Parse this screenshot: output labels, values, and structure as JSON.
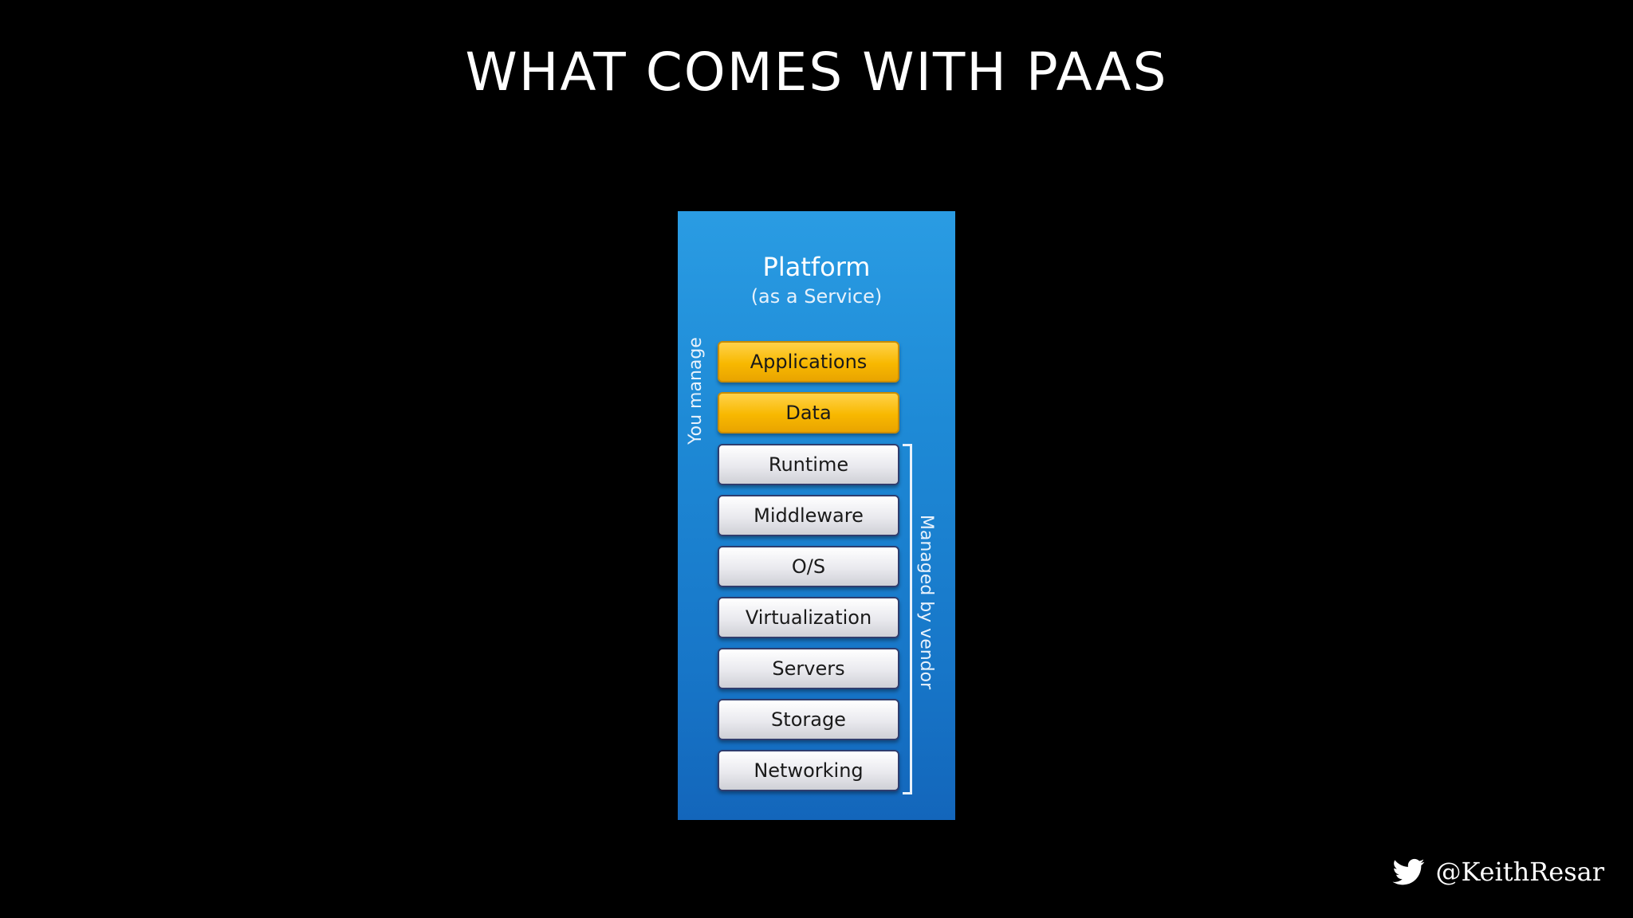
{
  "slide": {
    "title": "WHAT COMES WITH PAAS",
    "handle": "@KeithResar",
    "handle_icon": "twitter-bird-icon"
  },
  "diagram": {
    "title": "Platform",
    "subtitle": "(as a Service)",
    "left_group_label": "You manage",
    "right_group_label": "Managed by vendor",
    "colors": {
      "background": "#1e8ad6",
      "user_managed": "#f8b800",
      "vendor_managed": "#e9e9ee"
    },
    "layers": [
      {
        "label": "Applications",
        "managed_by": "you"
      },
      {
        "label": "Data",
        "managed_by": "you"
      },
      {
        "label": "Runtime",
        "managed_by": "vendor"
      },
      {
        "label": "Middleware",
        "managed_by": "vendor"
      },
      {
        "label": "O/S",
        "managed_by": "vendor"
      },
      {
        "label": "Virtualization",
        "managed_by": "vendor"
      },
      {
        "label": "Servers",
        "managed_by": "vendor"
      },
      {
        "label": "Storage",
        "managed_by": "vendor"
      },
      {
        "label": "Networking",
        "managed_by": "vendor"
      }
    ]
  }
}
